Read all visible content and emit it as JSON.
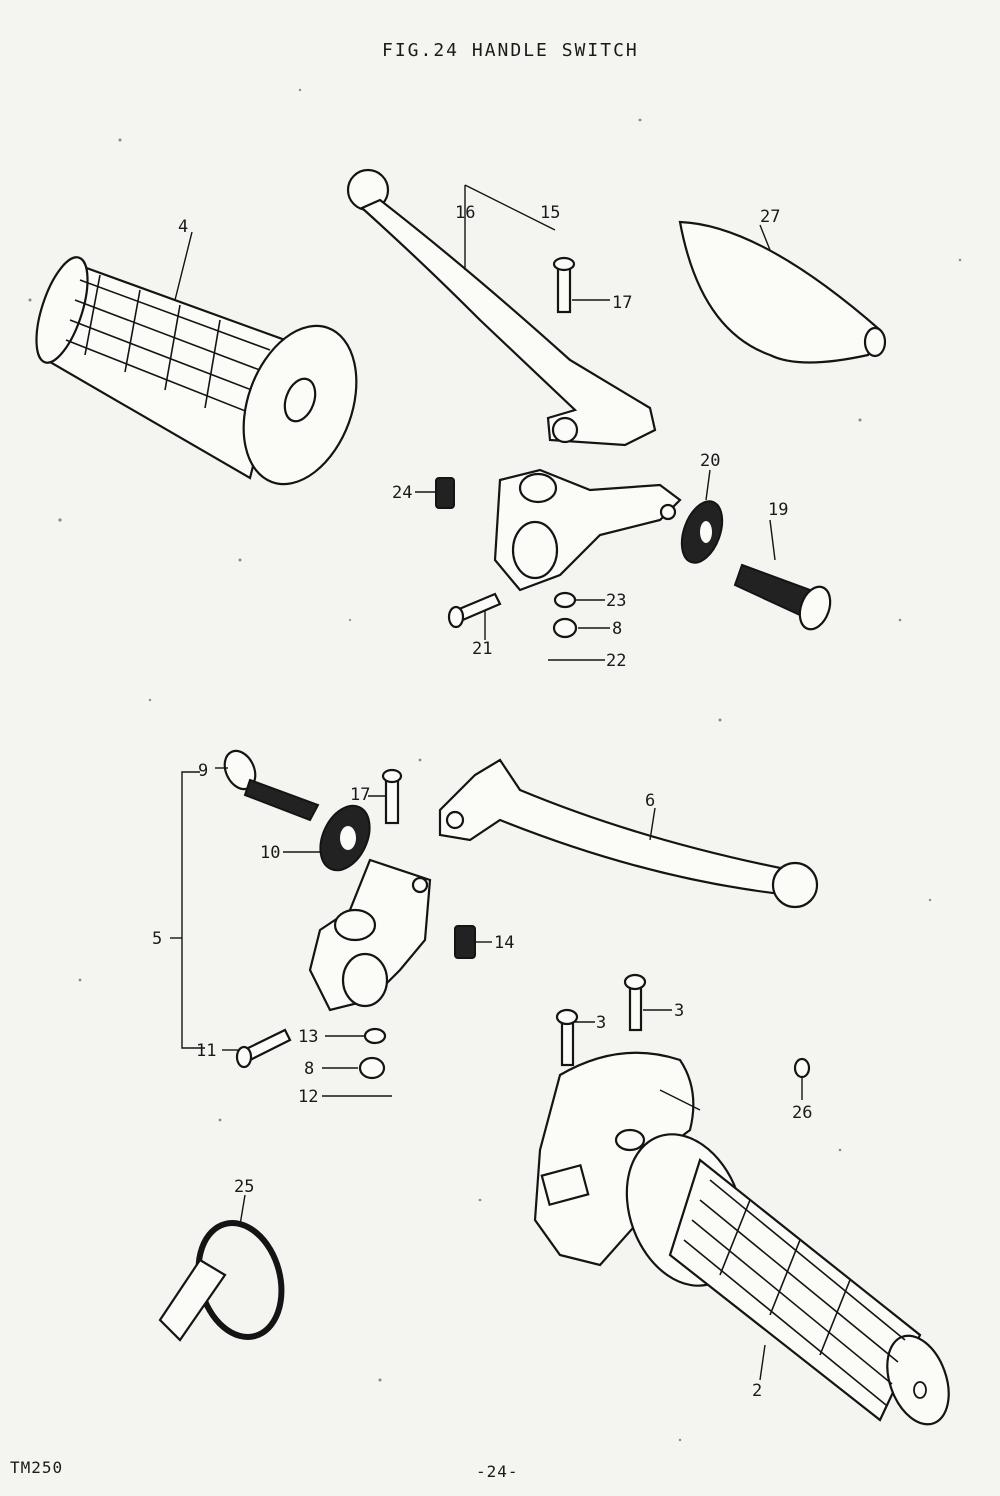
{
  "title": "FIG.24  HANDLE SWITCH",
  "model": "TM250",
  "page_number": "-24-",
  "callouts": {
    "c2": "2",
    "c3a": "3",
    "c3b": "3",
    "c4": "4",
    "c5": "5",
    "c6": "6",
    "c8a": "8",
    "c8b": "8",
    "c9": "9",
    "c10": "10",
    "c11": "11",
    "c12": "12",
    "c13": "13",
    "c14": "14",
    "c15": "15",
    "c16": "16",
    "c17a": "17",
    "c17b": "17",
    "c19": "19",
    "c20": "20",
    "c21": "21",
    "c22": "22",
    "c23": "23",
    "c24": "24",
    "c25": "25",
    "c26": "26",
    "c27": "27"
  }
}
